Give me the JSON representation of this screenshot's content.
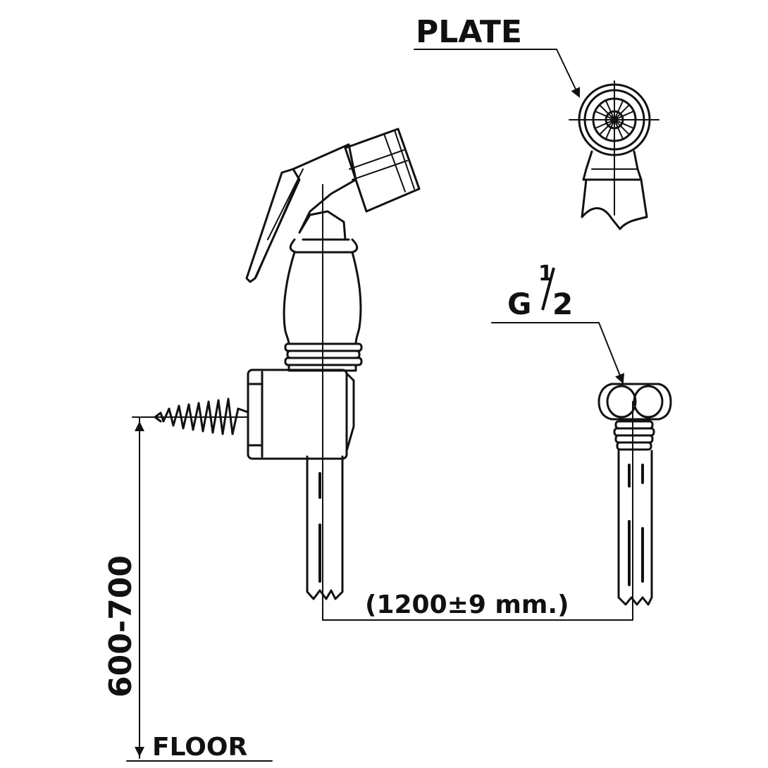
{
  "diagram": {
    "labels": {
      "plate": "PLATE",
      "thread": "G",
      "thread_num": "1",
      "thread_den": "2",
      "hose_length": "(1200±9 mm.)",
      "mount_height": "600-700",
      "floor": "FLOOR"
    },
    "colors": {
      "line": "#111111",
      "background": "#ffffff"
    }
  }
}
